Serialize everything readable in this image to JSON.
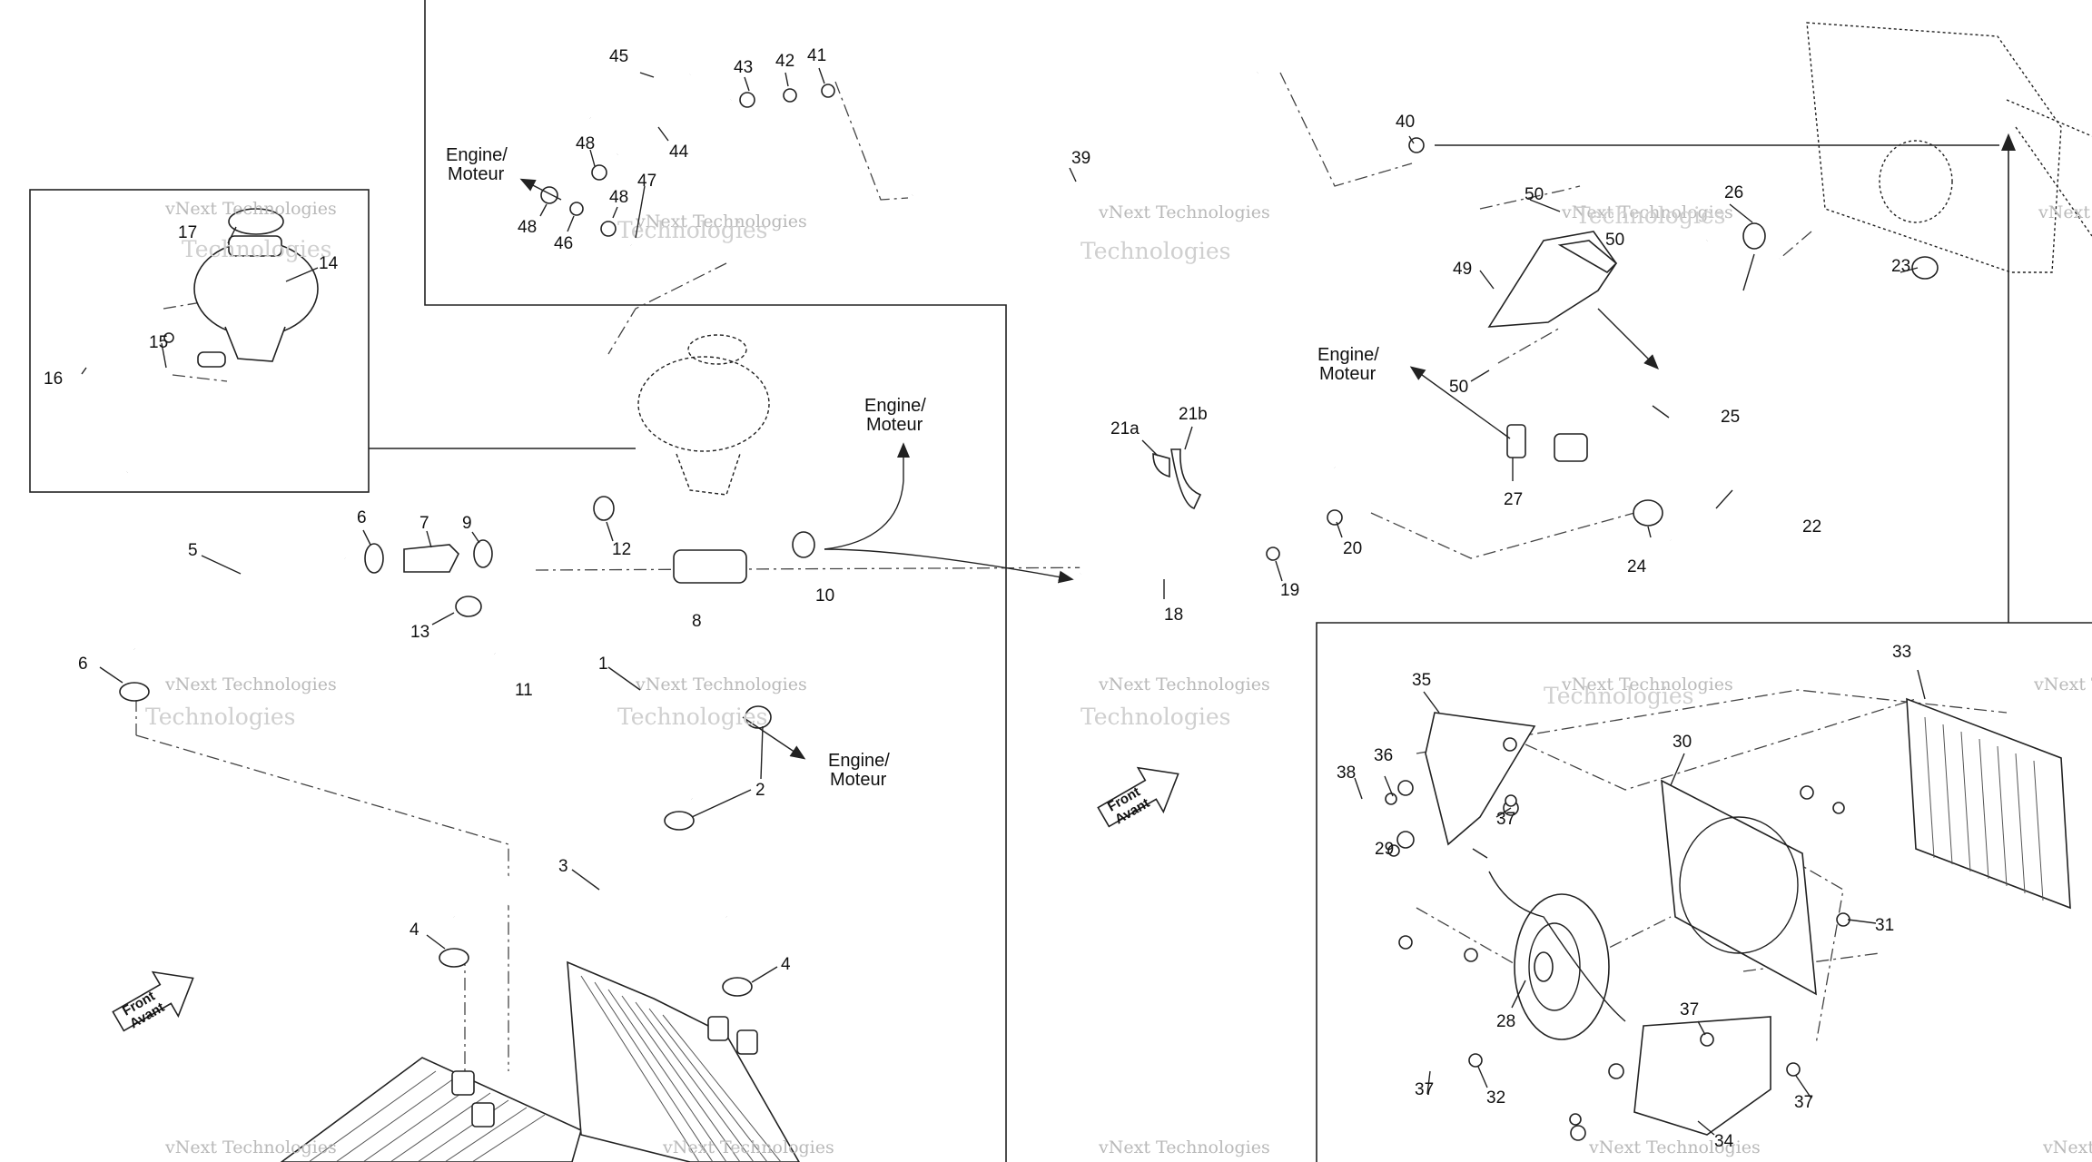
{
  "labels": {
    "engine_moteur": [
      "Engine/",
      "Moteur"
    ],
    "front_avant": [
      "Front",
      "Avant"
    ]
  },
  "watermark": {
    "short": "vNext",
    "full": "vNext Technologies",
    "word": "Technologies",
    "cut": "vNext Techno",
    "cut2": "logies"
  },
  "callouts": {
    "c1": "1",
    "c2": "2",
    "c3": "3",
    "c4a": "4",
    "c4b": "4",
    "c5": "5",
    "c6a": "6",
    "c6b": "6",
    "c7": "7",
    "c8": "8",
    "c9": "9",
    "c10": "10",
    "c11": "11",
    "c12": "12",
    "c13": "13",
    "c14": "14",
    "c15": "15",
    "c16": "16",
    "c17": "17",
    "c18": "18",
    "c19": "19",
    "c20": "20",
    "c21a": "21a",
    "c21b": "21b",
    "c22": "22",
    "c23": "23",
    "c24": "24",
    "c25": "25",
    "c26": "26",
    "c27": "27",
    "c28": "28",
    "c29": "29",
    "c30": "30",
    "c31": "31",
    "c32": "32",
    "c33": "33",
    "c34": "34",
    "c35": "35",
    "c36": "36",
    "c37a": "37",
    "c37b": "37",
    "c37c": "37",
    "c37d": "37",
    "c38": "38",
    "c39": "39",
    "c40": "40",
    "c41": "41",
    "c42": "42",
    "c43": "43",
    "c44": "44",
    "c45": "45",
    "c46": "46",
    "c47": "47",
    "c48a": "48",
    "c48b": "48",
    "c48c": "48",
    "c49": "49",
    "c50a": "50",
    "c50b": "50",
    "c50c": "50"
  }
}
